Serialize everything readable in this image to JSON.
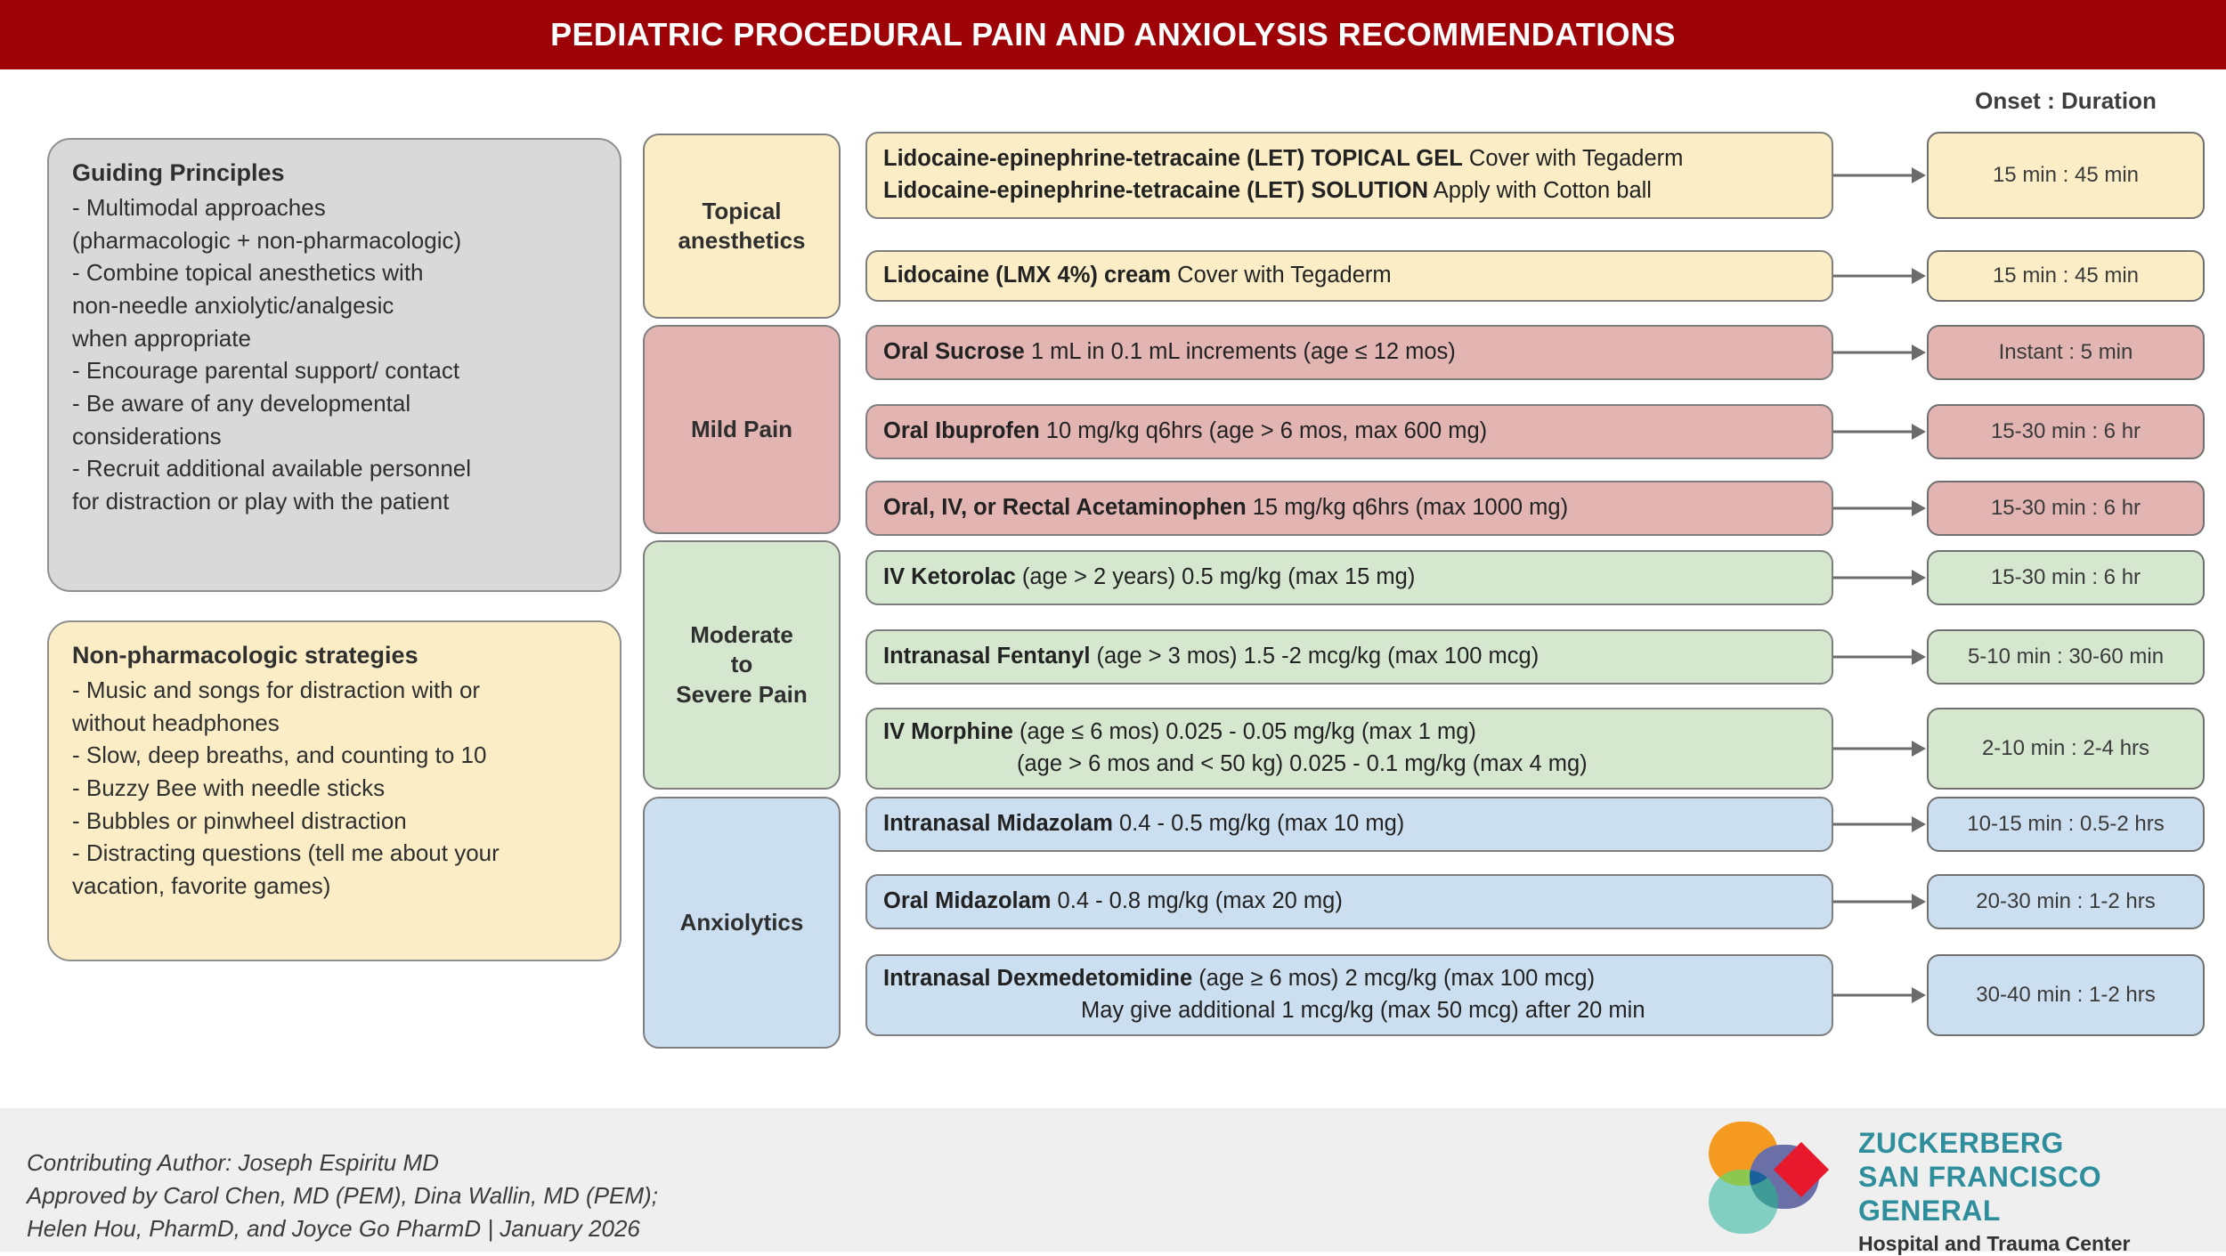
{
  "header": {
    "title": "PEDIATRIC PROCEDURAL PAIN AND ANXIOLYSIS RECOMMENDATIONS"
  },
  "onset_column": {
    "header": "Onset : Duration"
  },
  "guiding_principles": {
    "title": "Guiding Principles",
    "lines": [
      "- Multimodal approaches",
      "(pharmacologic + non-pharmacologic)",
      "- Combine topical anesthetics with",
      "non-needle anxiolytic/analgesic",
      "when appropriate",
      "- Encourage parental support/ contact",
      "- Be aware of any developmental",
      "considerations",
      "- Recruit additional available personnel",
      "for distraction or play with the patient"
    ]
  },
  "non_pharmacologic": {
    "title": "Non-pharmacologic strategies",
    "lines": [
      "- Music and songs for distraction with or",
      "without headphones",
      "- Slow, deep breaths, and counting to 10",
      "- Buzzy Bee with needle sticks",
      "- Bubbles or pinwheel distraction",
      "- Distracting questions (tell me about your",
      "vacation, favorite games)"
    ]
  },
  "categories": [
    {
      "label": "Topical\nanesthetics",
      "color": "#fbeec6"
    },
    {
      "label": "Mild Pain",
      "color": "#e2b5b2"
    },
    {
      "label": "Moderate\nto\nSevere Pain",
      "color": "#d5e8cf"
    },
    {
      "label": "Anxiolytics",
      "color": "#ccdff0"
    }
  ],
  "drugs": [
    {
      "id": "let",
      "category": "Topical anesthetics",
      "line1_bold": "Lidocaine-epinephrine-tetracaine (LET) TOPICAL GEL",
      "line1_rest": " Cover with Tegaderm",
      "line2_bold": "Lidocaine-epinephrine-tetracaine (LET) SOLUTION",
      "line2_rest": " Apply with Cotton ball",
      "onset": "15 min : 45 min"
    },
    {
      "id": "lmx",
      "category": "Topical anesthetics",
      "line1_bold": "Lidocaine (LMX 4%) cream",
      "line1_rest": " Cover with Tegaderm",
      "onset": "15 min : 45 min"
    },
    {
      "id": "sucrose",
      "category": "Mild Pain",
      "line1_bold": "Oral Sucrose",
      "line1_rest": " 1 mL in 0.1 mL increments (age ≤ 12 mos)",
      "onset": "Instant : 5 min"
    },
    {
      "id": "ibuprofen",
      "category": "Mild Pain",
      "line1_bold": "Oral Ibuprofen",
      "line1_rest": " 10 mg/kg q6hrs (age > 6 mos, max 600 mg)",
      "onset": "15-30 min : 6 hr"
    },
    {
      "id": "acetaminophen",
      "category": "Mild Pain",
      "line1_bold": "Oral, IV, or Rectal Acetaminophen",
      "line1_rest": " 15 mg/kg q6hrs (max 1000 mg)",
      "onset": "15-30 min : 6 hr"
    },
    {
      "id": "ketorolac",
      "category": "Moderate to Severe Pain",
      "line1_bold": "IV Ketorolac",
      "line1_rest": " (age > 2 years) 0.5 mg/kg (max 15 mg)",
      "onset": "15-30 min : 6 hr"
    },
    {
      "id": "fentanyl",
      "category": "Moderate to Severe Pain",
      "line1_bold": "Intranasal Fentanyl",
      "line1_rest": " (age > 3 mos) 1.5 -2 mcg/kg (max 100 mcg)",
      "onset": "5-10 min : 30-60 min"
    },
    {
      "id": "morphine",
      "category": "Moderate to Severe Pain",
      "line1_bold": "IV Morphine",
      "line1_rest": " (age ≤ 6 mos) 0.025 - 0.05 mg/kg (max 1 mg)",
      "line2_bold": "",
      "line2_rest": "(age > 6 mos and < 50 kg) 0.025 - 0.1 mg/kg  (max 4 mg)",
      "onset": "2-10 min : 2-4 hrs"
    },
    {
      "id": "in-midazolam",
      "category": "Anxiolytics",
      "line1_bold": "Intranasal Midazolam",
      "line1_rest": " 0.4 - 0.5 mg/kg (max 10 mg)",
      "onset": "10-15 min : 0.5-2 hrs"
    },
    {
      "id": "oral-midazolam",
      "category": "Anxiolytics",
      "line1_bold": "Oral Midazolam",
      "line1_rest": " 0.4 - 0.8 mg/kg (max 20 mg)",
      "onset": "20-30 min : 1-2 hrs"
    },
    {
      "id": "dexmedetomidine",
      "category": "Anxiolytics",
      "line1_bold": "Intranasal Dexmedetomidine",
      "line1_rest": " (age ≥ 6 mos) 2 mcg/kg (max 100 mcg)",
      "line2_bold": "",
      "line2_rest": "May give additional 1 mcg/kg (max 50 mcg) after 20 min",
      "onset": "30-40 min : 1-2 hrs"
    }
  ],
  "footer": {
    "lines": [
      "Contributing Author: Joseph Espiritu MD",
      "Approved by Carol Chen, MD (PEM), Dina Wallin, MD (PEM);",
      "Helen Hou, PharmD, and Joyce Go PharmD |  January 2026"
    ]
  },
  "logo": {
    "line1": "ZUCKERBERG",
    "line2": "SAN FRANCISCO GENERAL",
    "line3": "Hospital and Trauma Center",
    "colors": {
      "orange": "#f49a21",
      "green": "#8cc750",
      "teal": "#79ccbe",
      "purple": "#6b6fa8",
      "blue": "#18619b",
      "red": "#e8192c",
      "text_teal": "#2e8e9c"
    }
  },
  "theme": {
    "header_red": "#9e0308",
    "topical": "#fbeec6",
    "mild": "#e2b5b2",
    "moderate": "#d5e8cf",
    "anxiolytics": "#ccdff0",
    "grey_panel": "#d9d9d9",
    "footer_bg": "#efefef"
  }
}
